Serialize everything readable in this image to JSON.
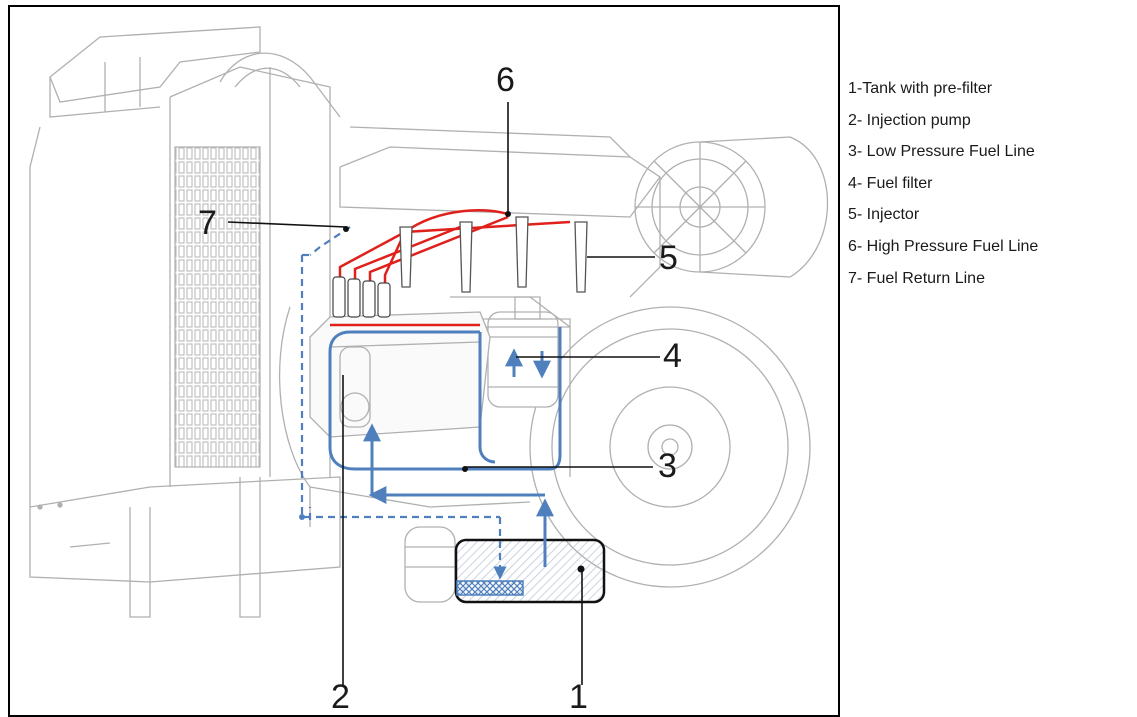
{
  "diagram": {
    "callouts": [
      {
        "number": "1"
      },
      {
        "number": "2"
      },
      {
        "number": "3"
      },
      {
        "number": "4"
      },
      {
        "number": "5"
      },
      {
        "number": "6"
      },
      {
        "number": "7"
      }
    ],
    "colors": {
      "high_pressure_line": "#e0201b",
      "low_pressure_line": "#4f80bd",
      "engine_outline": "#a9a9a9",
      "leader_line": "#111111"
    }
  },
  "legend": {
    "items": [
      {
        "label": "1-Tank with pre-filter"
      },
      {
        "label": "2- Injection pump"
      },
      {
        "label": "3- Low Pressure Fuel Line"
      },
      {
        "label": "4- Fuel filter"
      },
      {
        "label": "5- Injector"
      },
      {
        "label": "6- High Pressure Fuel Line"
      },
      {
        "label": "7- Fuel Return Line"
      }
    ]
  }
}
